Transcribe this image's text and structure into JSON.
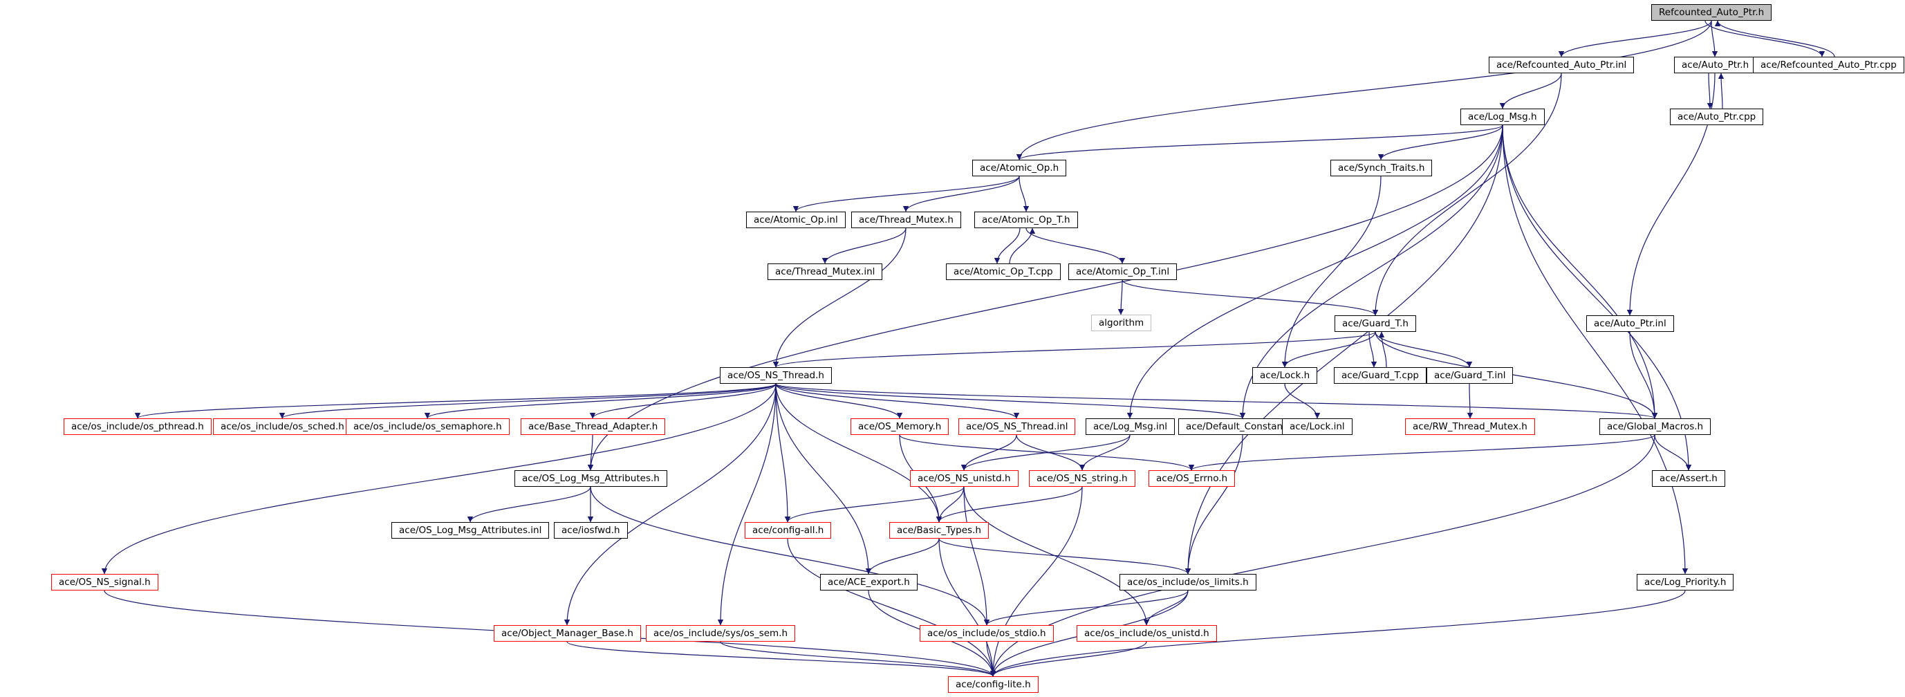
{
  "graph": {
    "edge_color": "#191970",
    "nodes": [
      {
        "id": "root",
        "label": "Refcounted_Auto_Ptr.h",
        "style": "root"
      },
      {
        "id": "rap_inl",
        "label": "ace/Refcounted_Auto_Ptr.inl",
        "style": "normal"
      },
      {
        "id": "autoptr_h",
        "label": "ace/Auto_Ptr.h",
        "style": "normal"
      },
      {
        "id": "rap_cpp",
        "label": "ace/Refcounted_Auto_Ptr.cpp",
        "style": "normal"
      },
      {
        "id": "autoptr_cpp",
        "label": "ace/Auto_Ptr.cpp",
        "style": "normal"
      },
      {
        "id": "logmsg_h",
        "label": "ace/Log_Msg.h",
        "style": "normal"
      },
      {
        "id": "atomic_h",
        "label": "ace/Atomic_Op.h",
        "style": "normal"
      },
      {
        "id": "synch",
        "label": "ace/Synch_Traits.h",
        "style": "normal"
      },
      {
        "id": "atomic_inl",
        "label": "ace/Atomic_Op.inl",
        "style": "normal"
      },
      {
        "id": "threadmutex_h",
        "label": "ace/Thread_Mutex.h",
        "style": "normal"
      },
      {
        "id": "atomicT_h",
        "label": "ace/Atomic_Op_T.h",
        "style": "normal"
      },
      {
        "id": "threadmutex_inl",
        "label": "ace/Thread_Mutex.inl",
        "style": "normal"
      },
      {
        "id": "atomicT_cpp",
        "label": "ace/Atomic_Op_T.cpp",
        "style": "normal"
      },
      {
        "id": "atomicT_inl",
        "label": "ace/Atomic_Op_T.inl",
        "style": "normal"
      },
      {
        "id": "algorithm",
        "label": "algorithm",
        "style": "gray"
      },
      {
        "id": "guardT_h",
        "label": "ace/Guard_T.h",
        "style": "normal"
      },
      {
        "id": "autoptr_inl",
        "label": "ace/Auto_Ptr.inl",
        "style": "normal"
      },
      {
        "id": "osthread_h",
        "label": "ace/OS_NS_Thread.h",
        "style": "normal"
      },
      {
        "id": "lock_h",
        "label": "ace/Lock.h",
        "style": "normal"
      },
      {
        "id": "guardT_cpp",
        "label": "ace/Guard_T.cpp",
        "style": "normal"
      },
      {
        "id": "guardT_inl",
        "label": "ace/Guard_T.inl",
        "style": "normal"
      },
      {
        "id": "pthread",
        "label": "ace/os_include/os_pthread.h",
        "style": "red"
      },
      {
        "id": "sched",
        "label": "ace/os_include/os_sched.h",
        "style": "red"
      },
      {
        "id": "semaphore",
        "label": "ace/os_include/os_semaphore.h",
        "style": "red"
      },
      {
        "id": "btadapter",
        "label": "ace/Base_Thread_Adapter.h",
        "style": "red"
      },
      {
        "id": "osmemory",
        "label": "ace/OS_Memory.h",
        "style": "red"
      },
      {
        "id": "osthread_inl",
        "label": "ace/OS_NS_Thread.inl",
        "style": "red"
      },
      {
        "id": "logmsg_inl",
        "label": "ace/Log_Msg.inl",
        "style": "normal"
      },
      {
        "id": "defconst",
        "label": "ace/Default_Constants.h",
        "style": "normal"
      },
      {
        "id": "lock_inl",
        "label": "ace/Lock.inl",
        "style": "normal"
      },
      {
        "id": "rwmutex",
        "label": "ace/RW_Thread_Mutex.h",
        "style": "red"
      },
      {
        "id": "globalmacros",
        "label": "ace/Global_Macros.h",
        "style": "normal"
      },
      {
        "id": "oslogattr_h",
        "label": "ace/OS_Log_Msg_Attributes.h",
        "style": "normal"
      },
      {
        "id": "unistd",
        "label": "ace/OS_NS_unistd.h",
        "style": "red"
      },
      {
        "id": "osstring",
        "label": "ace/OS_NS_string.h",
        "style": "red"
      },
      {
        "id": "oserrno",
        "label": "ace/OS_Errno.h",
        "style": "red"
      },
      {
        "id": "assert",
        "label": "ace/Assert.h",
        "style": "normal"
      },
      {
        "id": "oslogattr_inl",
        "label": "ace/OS_Log_Msg_Attributes.inl",
        "style": "normal"
      },
      {
        "id": "iosfwd",
        "label": "ace/iosfwd.h",
        "style": "normal"
      },
      {
        "id": "configall",
        "label": "ace/config-all.h",
        "style": "red"
      },
      {
        "id": "basictypes",
        "label": "ace/Basic_Types.h",
        "style": "red"
      },
      {
        "id": "signal",
        "label": "ace/OS_NS_signal.h",
        "style": "red"
      },
      {
        "id": "aceexport",
        "label": "ace/ACE_export.h",
        "style": "normal"
      },
      {
        "id": "oslimits",
        "label": "ace/os_include/os_limits.h",
        "style": "normal"
      },
      {
        "id": "logprio",
        "label": "ace/Log_Priority.h",
        "style": "normal"
      },
      {
        "id": "objmgr",
        "label": "ace/Object_Manager_Base.h",
        "style": "red"
      },
      {
        "id": "ossem",
        "label": "ace/os_include/sys/os_sem.h",
        "style": "red"
      },
      {
        "id": "osstdio",
        "label": "ace/os_include/os_stdio.h",
        "style": "red"
      },
      {
        "id": "osunistd",
        "label": "ace/os_include/os_unistd.h",
        "style": "red"
      },
      {
        "id": "configlite",
        "label": "ace/config-lite.h",
        "style": "red"
      }
    ],
    "edges": [
      [
        "root",
        "rap_inl"
      ],
      [
        "root",
        "autoptr_h"
      ],
      [
        "root",
        "rap_cpp"
      ],
      [
        "rap_cpp",
        "root"
      ],
      [
        "root",
        "atomic_h"
      ],
      [
        "autoptr_h",
        "autoptr_cpp"
      ],
      [
        "autoptr_cpp",
        "autoptr_h"
      ],
      [
        "autoptr_h",
        "autoptr_inl"
      ],
      [
        "rap_inl",
        "logmsg_h"
      ],
      [
        "rap_inl",
        "guardT_h"
      ],
      [
        "logmsg_h",
        "atomic_h"
      ],
      [
        "logmsg_h",
        "synch"
      ],
      [
        "logmsg_h",
        "logmsg_inl"
      ],
      [
        "logmsg_h",
        "defconst"
      ],
      [
        "logmsg_h",
        "globalmacros"
      ],
      [
        "logmsg_h",
        "assert"
      ],
      [
        "logmsg_h",
        "oslimits"
      ],
      [
        "logmsg_h",
        "logprio"
      ],
      [
        "logmsg_h",
        "oslogattr_h"
      ],
      [
        "atomic_h",
        "atomic_inl"
      ],
      [
        "atomic_h",
        "threadmutex_h"
      ],
      [
        "atomic_h",
        "atomicT_h"
      ],
      [
        "threadmutex_h",
        "threadmutex_inl"
      ],
      [
        "threadmutex_h",
        "osthread_h"
      ],
      [
        "atomicT_h",
        "atomicT_cpp"
      ],
      [
        "atomicT_cpp",
        "atomicT_h"
      ],
      [
        "atomicT_h",
        "atomicT_inl"
      ],
      [
        "atomicT_inl",
        "algorithm"
      ],
      [
        "atomicT_inl",
        "guardT_h"
      ],
      [
        "synch",
        "lock_h"
      ],
      [
        "guardT_h",
        "osthread_h"
      ],
      [
        "guardT_h",
        "lock_h"
      ],
      [
        "guardT_h",
        "guardT_cpp"
      ],
      [
        "guardT_cpp",
        "guardT_h"
      ],
      [
        "guardT_h",
        "guardT_inl"
      ],
      [
        "guardT_h",
        "globalmacros"
      ],
      [
        "autoptr_inl",
        "globalmacros"
      ],
      [
        "lock_h",
        "lock_inl"
      ],
      [
        "guardT_inl",
        "rwmutex"
      ],
      [
        "osthread_h",
        "pthread"
      ],
      [
        "osthread_h",
        "sched"
      ],
      [
        "osthread_h",
        "semaphore"
      ],
      [
        "osthread_h",
        "btadapter"
      ],
      [
        "osthread_h",
        "osmemory"
      ],
      [
        "osthread_h",
        "osthread_inl"
      ],
      [
        "osthread_h",
        "defconst"
      ],
      [
        "osthread_h",
        "globalmacros"
      ],
      [
        "osthread_h",
        "signal"
      ],
      [
        "osthread_h",
        "objmgr"
      ],
      [
        "osthread_h",
        "ossem"
      ],
      [
        "osthread_h",
        "configall"
      ],
      [
        "osthread_h",
        "aceexport"
      ],
      [
        "osthread_h",
        "basictypes"
      ],
      [
        "btadapter",
        "oslogattr_h"
      ],
      [
        "oslogattr_h",
        "oslogattr_inl"
      ],
      [
        "oslogattr_h",
        "iosfwd"
      ],
      [
        "oslogattr_h",
        "osstdio"
      ],
      [
        "osmemory",
        "oserrno"
      ],
      [
        "osmemory",
        "basictypes"
      ],
      [
        "osthread_inl",
        "unistd"
      ],
      [
        "osthread_inl",
        "osstring"
      ],
      [
        "logmsg_inl",
        "unistd"
      ],
      [
        "logmsg_inl",
        "osstring"
      ],
      [
        "defconst",
        "oslimits"
      ],
      [
        "globalmacros",
        "oserrno"
      ],
      [
        "globalmacros",
        "assert"
      ],
      [
        "globalmacros",
        "configlite"
      ],
      [
        "unistd",
        "configall"
      ],
      [
        "unistd",
        "basictypes"
      ],
      [
        "unistd",
        "osstdio"
      ],
      [
        "unistd",
        "osunistd"
      ],
      [
        "osstring",
        "basictypes"
      ],
      [
        "osstring",
        "configlite"
      ],
      [
        "configall",
        "configlite"
      ],
      [
        "basictypes",
        "aceexport"
      ],
      [
        "basictypes",
        "oslimits"
      ],
      [
        "basictypes",
        "configlite"
      ],
      [
        "aceexport",
        "configlite"
      ],
      [
        "oslimits",
        "osstdio"
      ],
      [
        "oslimits",
        "osunistd"
      ],
      [
        "oslimits",
        "configlite"
      ],
      [
        "logprio",
        "configlite"
      ],
      [
        "signal",
        "configlite"
      ],
      [
        "objmgr",
        "configlite"
      ],
      [
        "ossem",
        "configlite"
      ],
      [
        "osstdio",
        "configlite"
      ],
      [
        "osunistd",
        "configlite"
      ]
    ]
  }
}
